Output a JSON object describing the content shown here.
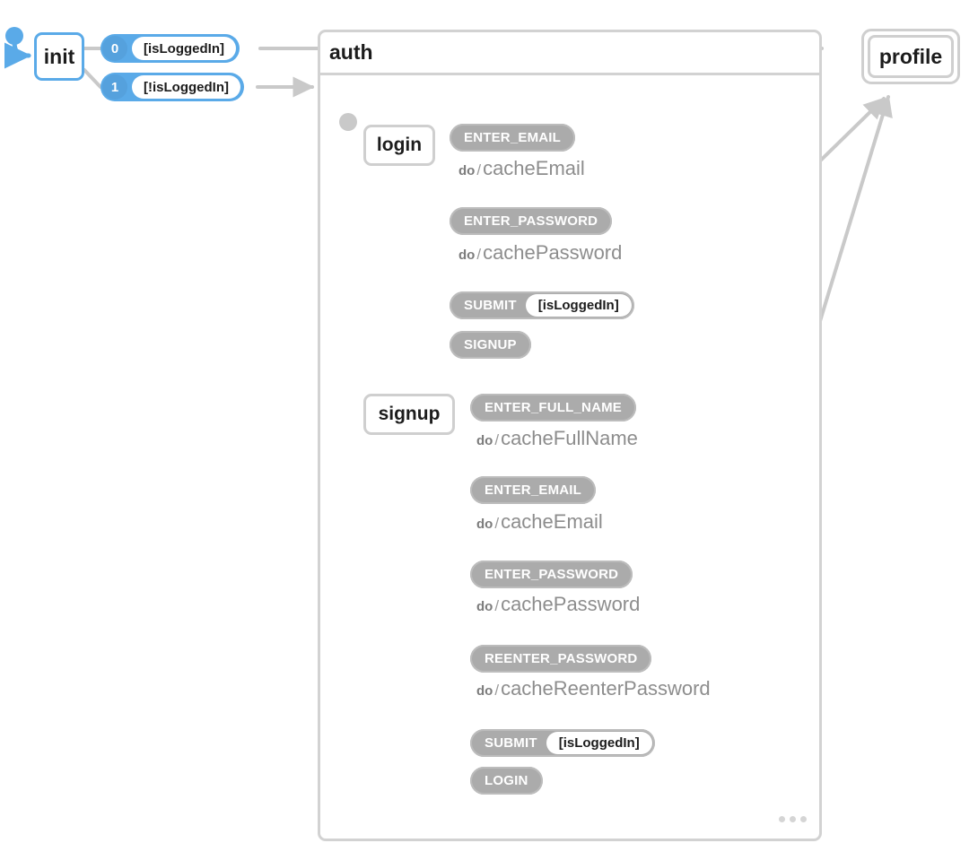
{
  "diagram": {
    "type": "statechart",
    "colors": {
      "accent": "#5aaae8",
      "edge": "#c9c9c9",
      "pill": "#ababab",
      "node_border": "#cfcfcf",
      "text": "#1c1c1c",
      "action_text": "#8d8d8d"
    }
  },
  "nodes": {
    "init": {
      "label": "init"
    },
    "profile": {
      "label": "profile"
    },
    "auth": {
      "label": "auth"
    },
    "login": {
      "label": "login"
    },
    "signup": {
      "label": "signup"
    }
  },
  "init_transitions": [
    {
      "index": "0",
      "guard": "[isLoggedIn]"
    },
    {
      "index": "1",
      "guard": "[!isLoggedIn]"
    }
  ],
  "login_events": [
    {
      "event": "ENTER_EMAIL",
      "guard": "",
      "action_keyword": "do",
      "action_sep": "/",
      "action": "cacheEmail"
    },
    {
      "event": "ENTER_PASSWORD",
      "guard": "",
      "action_keyword": "do",
      "action_sep": "/",
      "action": "cachePassword"
    },
    {
      "event": "SUBMIT",
      "guard": "[isLoggedIn]",
      "action_keyword": "",
      "action_sep": "",
      "action": ""
    },
    {
      "event": "SIGNUP",
      "guard": "",
      "action_keyword": "",
      "action_sep": "",
      "action": ""
    }
  ],
  "signup_events": [
    {
      "event": "ENTER_FULL_NAME",
      "guard": "",
      "action_keyword": "do",
      "action_sep": "/",
      "action": "cacheFullName"
    },
    {
      "event": "ENTER_EMAIL",
      "guard": "",
      "action_keyword": "do",
      "action_sep": "/",
      "action": "cacheEmail"
    },
    {
      "event": "ENTER_PASSWORD",
      "guard": "",
      "action_keyword": "do",
      "action_sep": "/",
      "action": "cachePassword"
    },
    {
      "event": "REENTER_PASSWORD",
      "guard": "",
      "action_keyword": "do",
      "action_sep": "/",
      "action": "cacheReenterPassword"
    },
    {
      "event": "SUBMIT",
      "guard": "[isLoggedIn]",
      "action_keyword": "",
      "action_sep": "",
      "action": ""
    },
    {
      "event": "LOGIN",
      "guard": "",
      "action_keyword": "",
      "action_sep": "",
      "action": ""
    }
  ],
  "overflow_menu": {
    "label": "..."
  }
}
